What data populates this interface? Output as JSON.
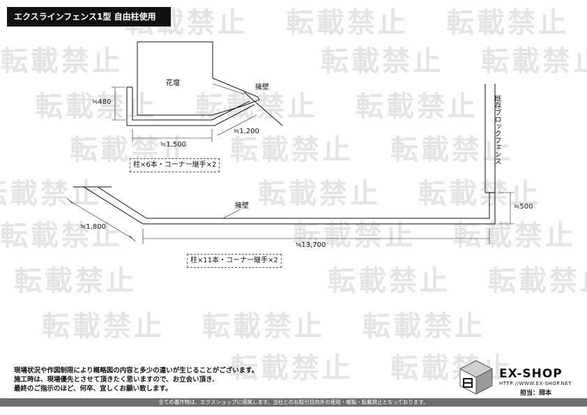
{
  "title": "エクスラインフェンス1型 自由柱使用",
  "watermark_text": "転載禁止",
  "drawing": {
    "flower_bed_label": "花壇",
    "retaining_wall_upper": "擁壁",
    "retaining_wall_lower": "擁壁",
    "existing_block_fence": "既存ブロックフェンス",
    "dims": {
      "d480": "≒480",
      "d1500": "≒1,500",
      "d1200": "≒1,200",
      "d1800": "≒1,800",
      "d13700": "≒13,700",
      "d500": "≒500"
    },
    "spec_upper": "柱×6本・コーナー継手×2",
    "spec_lower": "柱×11本・コーナー継手×2"
  },
  "notes": [
    "現場状況や作図制限により概略図の内容と多少の違いが生じることがございます。",
    "施工時は、現場優先とさせて頂きたく思いますので、お立会い頂き、",
    "最終のご指示のほど、何卒、宜しくお願い致します。"
  ],
  "brand": {
    "name": "EX-SHOP",
    "url": "HTTP://WWW.EX-SHOP.NET",
    "person": "担当：岡本"
  },
  "footer": "全ての著作物は、エクスショップに帰属します。当社とのお取引目的外の使用・複製・転載禁止となっております。"
}
